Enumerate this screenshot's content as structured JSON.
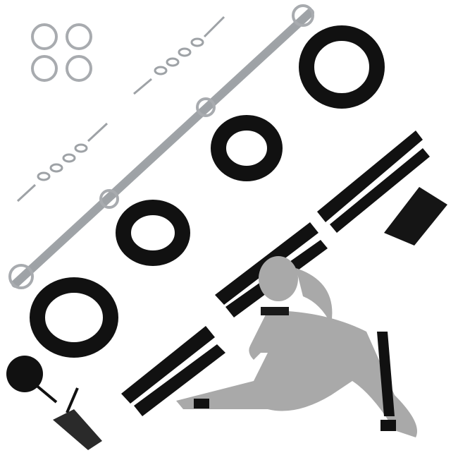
{
  "colors": {
    "background": "#ffffff",
    "metal": "#b9bcc0",
    "metal_highlight": "#eef0f2",
    "strap": "#111111",
    "silhouette": "#a9a9a9"
  },
  "items": [
    "spreader-bar",
    "cuffs",
    "split-rings",
    "chain-leashes",
    "straps",
    "blindfold",
    "feather-tickler",
    "paddle",
    "model-silhouette"
  ]
}
